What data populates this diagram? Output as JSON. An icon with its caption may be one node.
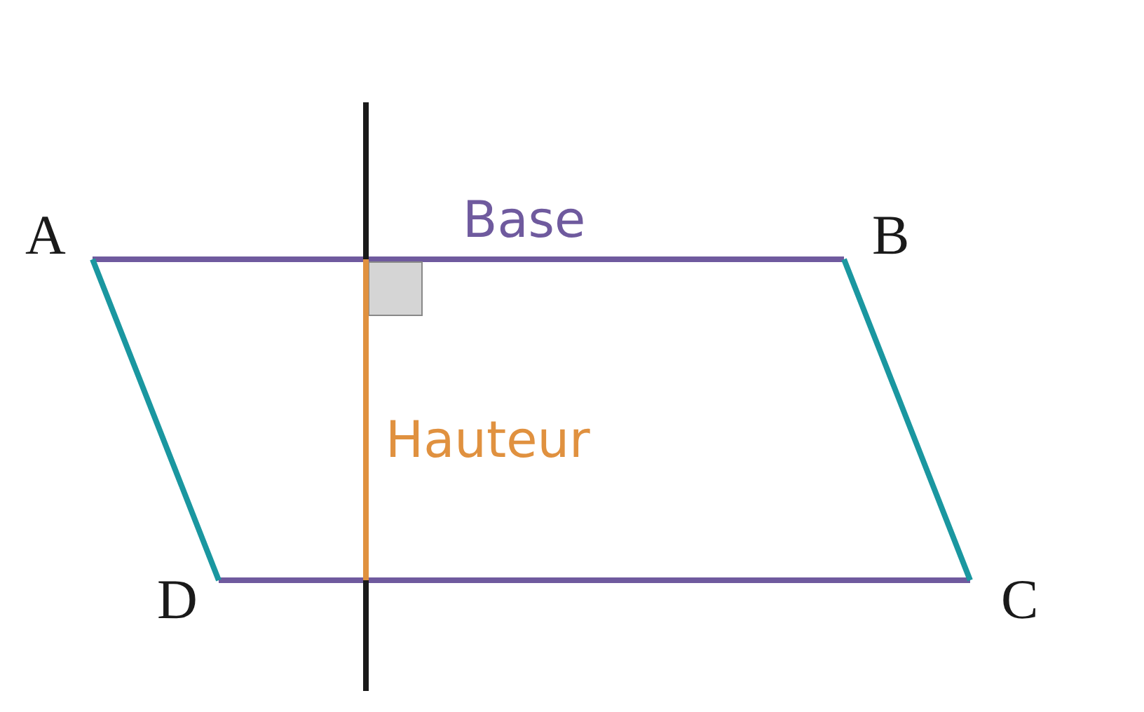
{
  "diagram": {
    "labels": [
      "A",
      "Base",
      "B",
      "Hauteur",
      "D",
      "C"
    ]
  }
}
